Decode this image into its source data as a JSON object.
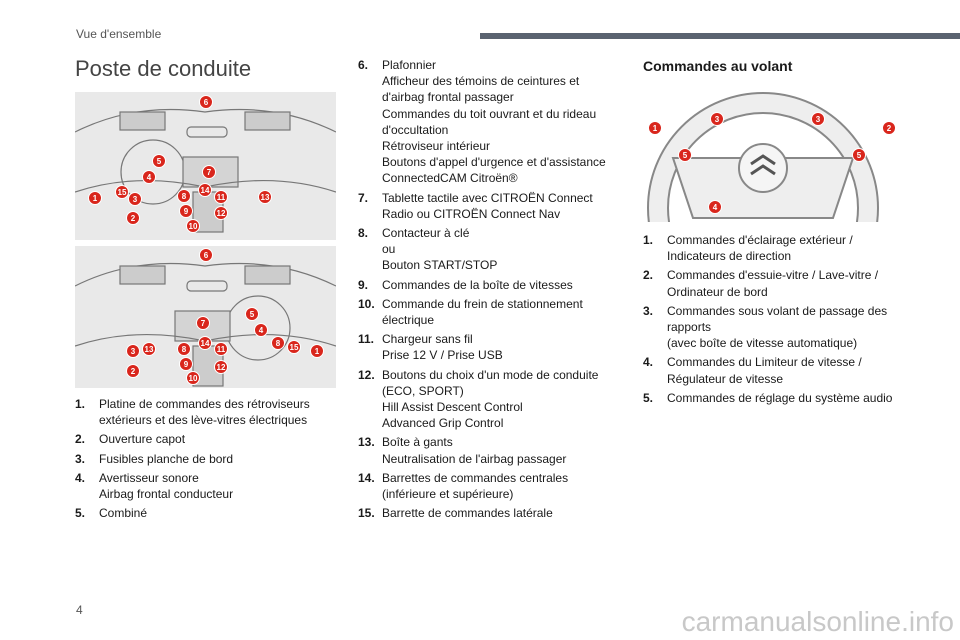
{
  "header": {
    "section": "Vue d'ensemble"
  },
  "title": "Poste de conduite",
  "left_list": [
    {
      "n": "1.",
      "t": "Platine de commandes des rétroviseurs\nextérieurs et des lève-vitres électriques"
    },
    {
      "n": "2.",
      "t": "Ouverture capot"
    },
    {
      "n": "3.",
      "t": "Fusibles planche de bord"
    },
    {
      "n": "4.",
      "t": "Avertisseur sonore\nAirbag frontal conducteur"
    },
    {
      "n": "5.",
      "t": "Combiné"
    }
  ],
  "mid_list": [
    {
      "n": "6.",
      "t": "Plafonnier\nAfficheur des témoins de ceintures et\nd'airbag frontal passager\nCommandes du toit ouvrant et du rideau\nd'occultation\nRétroviseur intérieur\nBoutons d'appel d'urgence et d'assistance\nConnectedCAM Citroën®"
    },
    {
      "n": "7.",
      "t": "Tablette tactile avec CITROËN Connect\nRadio ou CITROËN Connect Nav"
    },
    {
      "n": "8.",
      "t": "Contacteur à clé\nou\nBouton START/STOP"
    },
    {
      "n": "9.",
      "t": "Commandes de la boîte de vitesses"
    },
    {
      "n": "10.",
      "t": "Commande du frein de stationnement\nélectrique"
    },
    {
      "n": "11.",
      "t": "Chargeur sans fil\nPrise 12 V / Prise USB"
    },
    {
      "n": "12.",
      "t": "Boutons du choix d'un mode de conduite\n(ECO, SPORT)\nHill Assist Descent Control\nAdvanced Grip Control"
    },
    {
      "n": "13.",
      "t": "Boîte à gants\nNeutralisation de l'airbag passager"
    },
    {
      "n": "14.",
      "t": "Barrettes de commandes centrales\n(inférieure et supérieure)"
    },
    {
      "n": "15.",
      "t": "Barrette de commandes latérale"
    }
  ],
  "wheel_title": "Commandes au volant",
  "right_list": [
    {
      "n": "1.",
      "t": "Commandes d'éclairage extérieur /\nIndicateurs de direction"
    },
    {
      "n": "2.",
      "t": "Commandes d'essuie-vitre / Lave-vitre /\nOrdinateur de bord"
    },
    {
      "n": "3.",
      "t": "Commandes sous volant de passage des\nrapports\n(avec boîte de vitesse automatique)"
    },
    {
      "n": "4.",
      "t": "Commandes du Limiteur de vitesse /\nRégulateur de vitesse"
    },
    {
      "n": "5.",
      "t": "Commandes de réglage du système audio"
    }
  ],
  "markers": {
    "top": [
      "6",
      "5",
      "7",
      "4",
      "15",
      "1",
      "3",
      "8",
      "14",
      "11",
      "13",
      "9",
      "12",
      "2",
      "10"
    ],
    "bottom": [
      "6",
      "7",
      "5",
      "4",
      "8",
      "15",
      "1",
      "14",
      "11",
      "8",
      "13",
      "3",
      "9",
      "12",
      "2",
      "10"
    ],
    "wheel": [
      "1",
      "3",
      "3",
      "2",
      "5",
      "5",
      "4"
    ]
  },
  "page_number": "4",
  "watermark": "carmanualsonline.info"
}
